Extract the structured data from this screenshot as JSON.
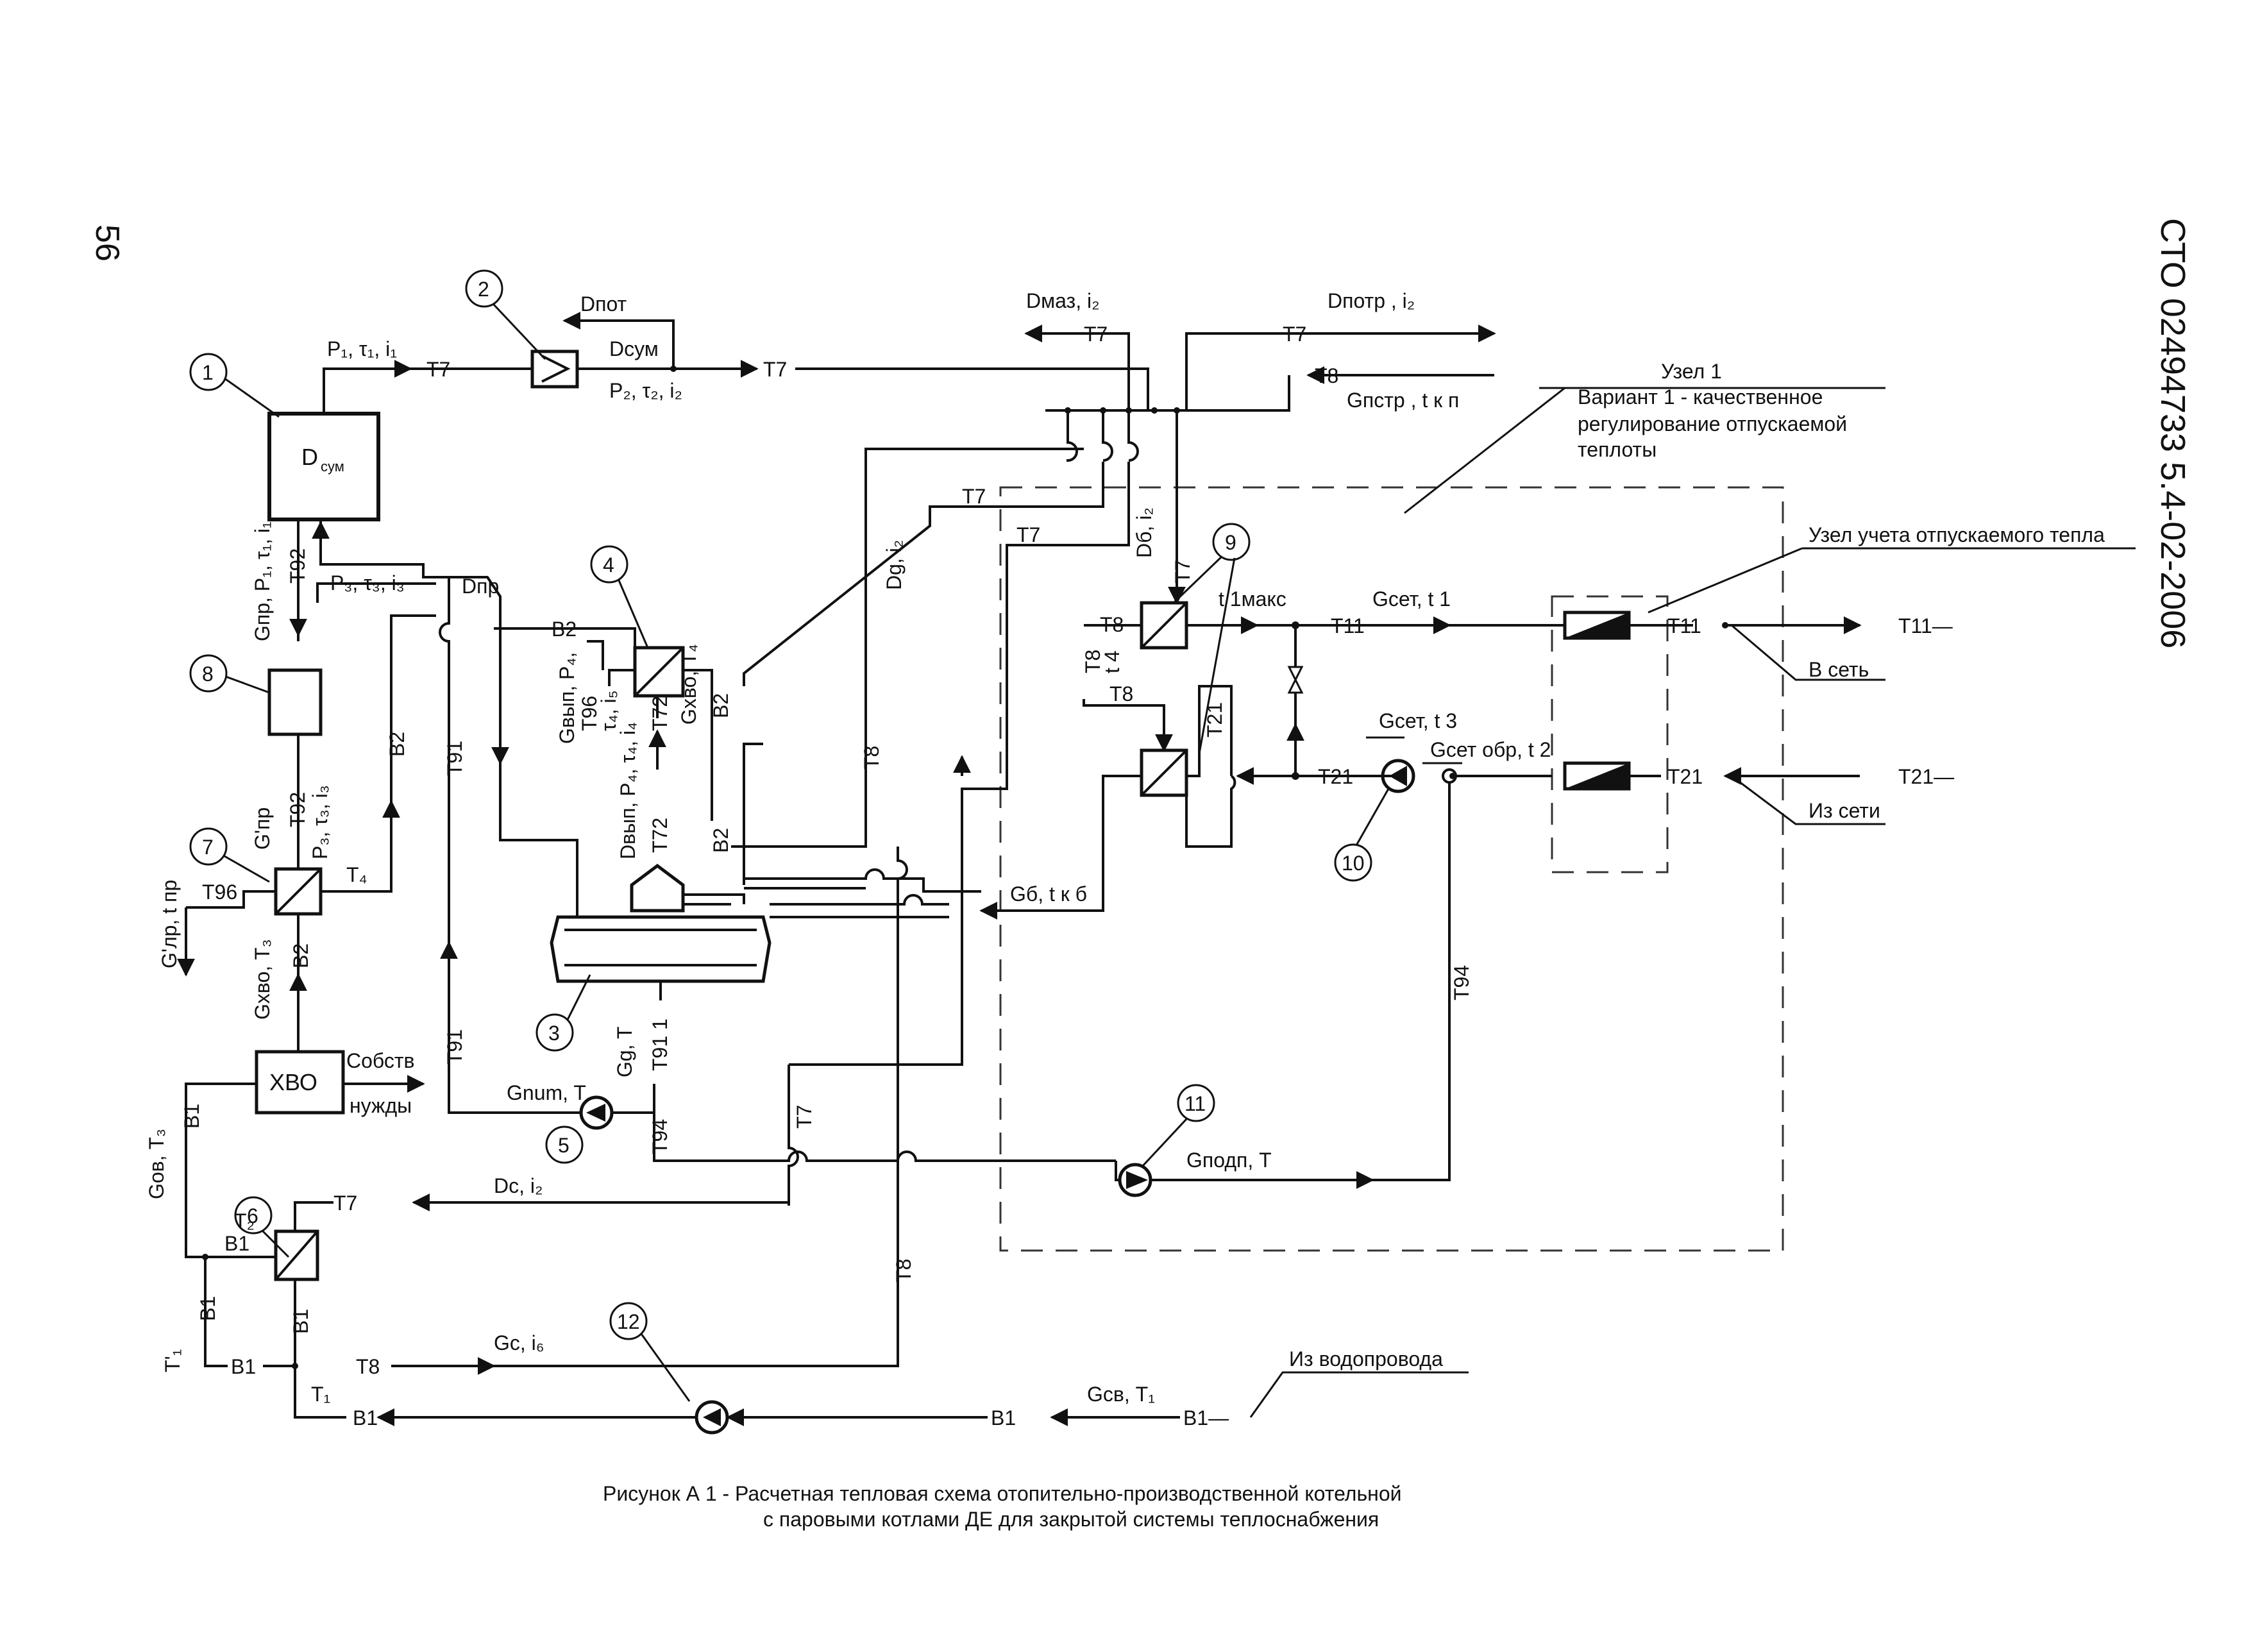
{
  "header": {
    "page_number": "56",
    "document_code": "СТО 02494733 5.4-02-2006"
  },
  "caption": {
    "line1": "Рисунок А  1 - Расчетная тепловая схема отопительно-производственной котельной",
    "line2": "с паровыми котлами ДЕ для закрытой системы теплоснабжения"
  },
  "node_numbers": [
    "1",
    "2",
    "3",
    "4",
    "5",
    "6",
    "7",
    "8",
    "9",
    "10",
    "11",
    "12"
  ],
  "equipment": {
    "boiler_label": "D",
    "boiler_label_sub": "сум",
    "xvo": "ХВО",
    "own_needs_1": "Собств",
    "own_needs_2": "нужды"
  },
  "unit": {
    "title": "Узел 1",
    "variant_1": "Вариант 1 - качественное",
    "variant_2": "регулирование отпускаемой",
    "variant_3": "теплоты",
    "metering": "Узел учета отпускаемого тепла",
    "to_network": "В сеть",
    "from_network": "Из сети",
    "from_water_supply": "Из водопровода"
  },
  "pipes": {
    "t7": "T7",
    "t8": "T8",
    "t11": "T11",
    "t21": "T21",
    "t91": "T91",
    "t92": "T92",
    "t94": "T94",
    "t96": "T96",
    "t72": "T72",
    "b1": "B1",
    "b2": "B2",
    "t911": "T91 1",
    "t11_out": "T11—",
    "t21_in": "T21—",
    "b1_in": "B1—"
  },
  "flows": {
    "p1_tau1_i1": "P₁, τ₁, i₁",
    "p2_tau2_i2": "P₂, τ₂, i₂",
    "p3_tau3_i3": "P₃, τ₃, i₃",
    "d_pot": "Dпот",
    "d_sum": "Dсум",
    "d_pr": "Dпр",
    "d_maz": "Dмаз, i₂",
    "d_potr": "Dпотр , i₂",
    "g_pstr": "Gпстр , t к п",
    "d_g": "Dg, i₂",
    "d_b": "Dб, i₂",
    "t1maks": "t 1макс",
    "g_set_t1": "Gсет, t 1",
    "g_set_t3": "Gсет, t 3",
    "g_set_obr": "Gсет обр, t 2",
    "g_b_tkb": "Gб, t к б",
    "t4": "T₄",
    "t4_small": "t 4",
    "g_pr_p1": "Gпр, P₁, τ₁, i₁",
    "g_pr_prime": "G'пр",
    "p3_left": "P₃, τ₃, i₃",
    "g_lpr": "G'лр, t пр",
    "g_xvo_t3": "Gхво, T₃",
    "g_vyp_p4": "Gвып, P₄,",
    "tau4_i5": "τ₄, i₅",
    "d_vyp": "Dвып, P₄, τ₄, i₄",
    "g_xvo_t4": "Gхво, T₄",
    "g_g_t": "Gg, T",
    "g_num_t": "Gnum, T",
    "g_ov_t3": "Gов, T₃",
    "t2": "T₂",
    "t1": "T₁",
    "t1_prime": "T'₁",
    "d_c_i2": "Dc, i₂",
    "g_c_i6": "Gc, i₆",
    "g_podp": "Gподп, T",
    "g_sv_t1": "Gсв, T₁"
  },
  "icons": [
    "pump-icon",
    "heat-exchanger-icon",
    "throttle-valve-icon",
    "deaerator-icon",
    "heat-meter-icon",
    "valve-icon"
  ]
}
